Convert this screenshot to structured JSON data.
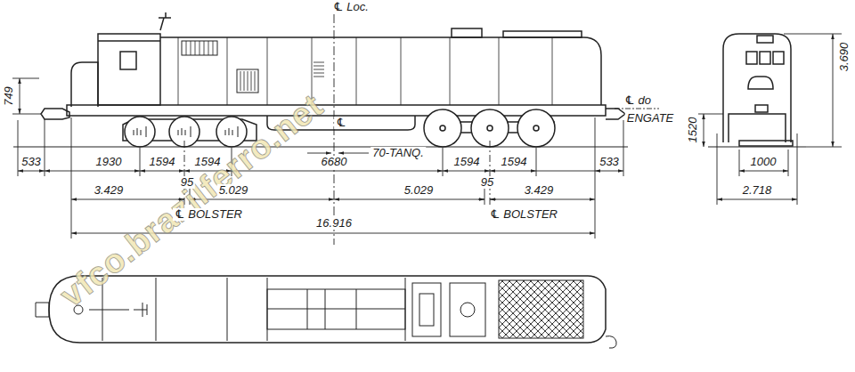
{
  "diagram": {
    "labels": [
      "℄ Loc.",
      "749",
      "℄ do",
      "ENGATE",
      "1520",
      "3.690",
      "533",
      "1930",
      "1594",
      "1594",
      "6680",
      "70-TANQ.",
      "1594",
      "1594",
      "533",
      "3.429",
      "95",
      "5.029",
      "5.029",
      "95",
      "3.429",
      "℄ BOLSTER",
      "℄ BOLSTER",
      "16.916",
      "℄",
      "1000",
      "2.718",
      "vfco.brazilferro.net"
    ]
  }
}
